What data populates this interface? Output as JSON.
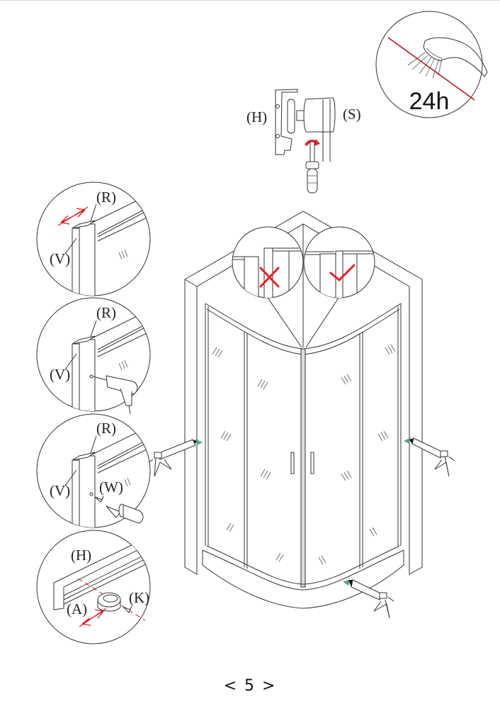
{
  "page": {
    "number_label": "< 5 >",
    "accent_red": "#d61f26",
    "sealant_tint": "#4fa58a"
  },
  "curing_notice": {
    "icon": "no-shower-icon",
    "duration_label": "24h"
  },
  "hanger_detail": {
    "left_label": "(H)",
    "right_label": "(S)",
    "action": "rotate-clockwise-arrow"
  },
  "steps": [
    {
      "id": "step-1",
      "labels": {
        "rail": "(R)",
        "profile": "(V)"
      },
      "action": "slide-adjust-arrow"
    },
    {
      "id": "step-2",
      "labels": {
        "rail": "(R)",
        "profile": "(V)"
      },
      "action": "drill"
    },
    {
      "id": "step-3",
      "labels": {
        "rail": "(R)",
        "profile": "(V)",
        "washer": "(W)"
      },
      "action": "screwdriver"
    },
    {
      "id": "step-4",
      "labels": {
        "handle_profile": "(H)",
        "anchor": "(A)",
        "screw": "(K)"
      },
      "action": "slide-adjust-arrow"
    }
  ],
  "alignment_check": {
    "wrong": "cross-mark",
    "right": "check-mark"
  },
  "sealant_points": [
    "left-wall",
    "right-wall",
    "base-tray"
  ]
}
